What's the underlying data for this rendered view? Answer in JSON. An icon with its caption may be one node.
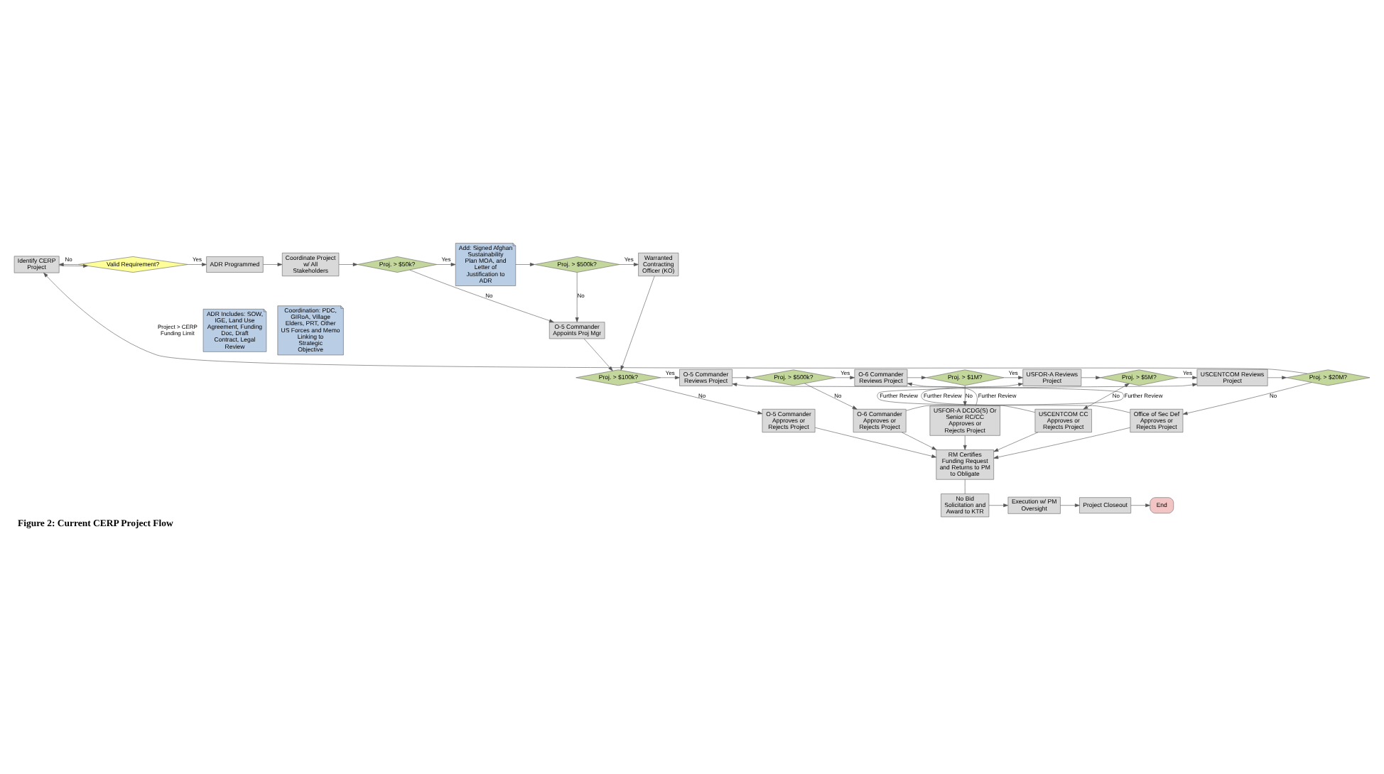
{
  "diagram": {
    "caption": "Figure 2: Current CERP Project Flow",
    "nodes": [
      {
        "text": [
          "Identify CERP Project"
        ]
      },
      {
        "text": [
          "Valid Requirement?"
        ]
      },
      {
        "text": [
          "ADR Programmed"
        ]
      },
      {
        "text": [
          "ADR Includes: SOW, IGE, Land Use Agreement, Funding Doc, Draft Contract, Legal Review"
        ]
      },
      {
        "text": [
          "Coordinate Project w/ All Stakeholders"
        ]
      },
      {
        "text": [
          "Coordination: PDC, GIRoA, Village Elders, PRT, Other US Forces and Memo Linking to Strategic Objective"
        ]
      },
      {
        "text": [
          "Proj. > $50k?"
        ]
      },
      {
        "text": [
          "Add: Signed Afghan Sustainability Plan MOA, and Letter of Justification to ADR"
        ]
      },
      {
        "text": [
          "Proj. > $500k?"
        ]
      },
      {
        "text": [
          "Warranted Contracting Officer (KO)"
        ]
      },
      {
        "text": [
          "O-5 Commander Appoints Proj Mgr"
        ]
      },
      {
        "text": [
          "Proj. > $100k?"
        ]
      },
      {
        "text": [
          "O-5 Commander Reviews Project"
        ]
      },
      {
        "text": [
          "Proj. > $500k?"
        ]
      },
      {
        "text": [
          "O-6 Commander Reviews Project"
        ]
      },
      {
        "text": [
          "Proj. > $1M?"
        ]
      },
      {
        "text": [
          "USFOR-A Reviews Project"
        ]
      },
      {
        "text": [
          "Proj. > $5M?"
        ]
      },
      {
        "text": [
          "USCENTCOM Reviews Project"
        ]
      },
      {
        "text": [
          "Proj. > $20M?"
        ]
      },
      {
        "text": [
          "Office of Sec Def Approves or Rejects Project"
        ]
      },
      {
        "text": [
          "USCENTCOM CC Approves or Rejects Project"
        ]
      },
      {
        "text": [
          "USFOR-A DCDG(S) Or Senior RC/CC Approves or Rejects Project"
        ]
      },
      {
        "text": [
          "O-6 Commander Approves or Rejects Project"
        ]
      },
      {
        "text": [
          "O-5 Commander Approves or Rejects Project"
        ]
      },
      {
        "text": [
          "RM Certifies Funding Request and Returns to PM to Obligate"
        ]
      },
      {
        "text": [
          "No Bid Solicitation and Award to KTR"
        ]
      },
      {
        "text": [
          "Execution w/ PM Oversight"
        ]
      },
      {
        "text": [
          "Project Closeout"
        ]
      },
      {
        "text": [
          "End"
        ]
      }
    ],
    "edges": [
      {
        "from": 0,
        "to": 1,
        "arrow": "to"
      },
      {
        "from": 1,
        "to": 2,
        "arrow": "to",
        "label": "Yes"
      },
      {
        "from": 1,
        "to": 0,
        "arrow": "to",
        "label": "No"
      },
      {
        "from": 2,
        "to": 4,
        "arrow": "to"
      },
      {
        "from": 4,
        "to": 6,
        "arrow": "to"
      },
      {
        "from": 6,
        "to": 7,
        "arrow": "to",
        "label": "Yes"
      },
      {
        "from": 6,
        "to": 10,
        "arrow": "to",
        "label": "No"
      },
      {
        "from": 7,
        "to": 8,
        "arrow": "to"
      },
      {
        "from": 8,
        "to": 9,
        "arrow": "to",
        "label": "Yes"
      },
      {
        "from": 8,
        "to": 10,
        "arrow": "to",
        "label": "No"
      },
      {
        "from": 9,
        "to": 11,
        "arrow": "to"
      },
      {
        "from": 10,
        "to": 11,
        "arrow": "to"
      },
      {
        "from": 11,
        "to": 12,
        "arrow": "to",
        "label": "Yes"
      },
      {
        "from": 12,
        "to": 13,
        "arrow": "to"
      },
      {
        "from": 13,
        "to": 14,
        "arrow": "to",
        "label": "Yes"
      },
      {
        "from": 14,
        "to": 15,
        "arrow": "to"
      },
      {
        "from": 15,
        "to": 16,
        "arrow": "to",
        "label": "Yes"
      },
      {
        "from": 16,
        "to": 17,
        "arrow": "to"
      },
      {
        "from": 17,
        "to": 18,
        "arrow": "to",
        "label": "Yes"
      },
      {
        "from": 18,
        "to": 19,
        "arrow": "to"
      },
      {
        "from": 19,
        "to": 0,
        "arrow": "to",
        "label": "Project > CERP Funding Limit"
      },
      {
        "from": 11,
        "to": 24,
        "arrow": "to",
        "label": "No"
      },
      {
        "from": 13,
        "to": 23,
        "arrow": "to",
        "label": "No"
      },
      {
        "from": 15,
        "to": 22,
        "arrow": "to",
        "label": "No"
      },
      {
        "from": 17,
        "to": 21,
        "arrow": "both",
        "label": "No"
      },
      {
        "from": 19,
        "to": 20,
        "arrow": "to",
        "label": "No"
      },
      {
        "from": 20,
        "to": 18,
        "arrow": "to",
        "label": "Further Review"
      },
      {
        "from": 21,
        "to": 16,
        "arrow": "to",
        "label": "Further Review"
      },
      {
        "from": 22,
        "to": 14,
        "arrow": "to",
        "label": "Further Review"
      },
      {
        "from": 23,
        "to": 12,
        "arrow": "to",
        "label": "Further Review"
      },
      {
        "from": 20,
        "to": 25,
        "arrow": "to"
      },
      {
        "from": 21,
        "to": 25,
        "arrow": "to"
      },
      {
        "from": 22,
        "to": 25,
        "arrow": "to"
      },
      {
        "from": 23,
        "to": 25,
        "arrow": "to"
      },
      {
        "from": 24,
        "to": 25,
        "arrow": "to"
      },
      {
        "from": 25,
        "to": 26,
        "arrow": "none"
      },
      {
        "from": 26,
        "to": 27,
        "arrow": "to"
      },
      {
        "from": 27,
        "to": 28,
        "arrow": "to"
      },
      {
        "from": 28,
        "to": 29,
        "arrow": "to"
      }
    ]
  }
}
